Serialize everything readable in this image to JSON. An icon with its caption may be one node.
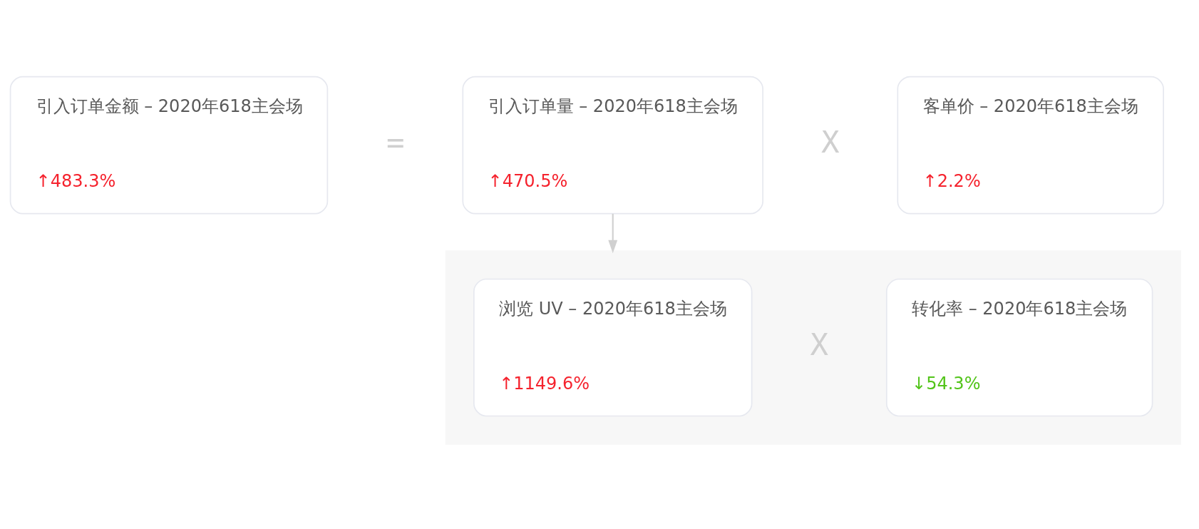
{
  "diagram": {
    "nodes": [
      {
        "text": [
          "引入订单金额 – 2020年618主会场",
          "↑483.3%"
        ]
      },
      {
        "text": [
          "引入订单量 – 2020年618主会场",
          "↑470.5%"
        ]
      },
      {
        "text": [
          "客单价 – 2020年618主会场",
          "↑2.2%"
        ]
      },
      {
        "text": [],
        "shape": "box"
      },
      {
        "text": [
          "浏览 UV – 2020年618主会场",
          "↑1149.6%"
        ],
        "in": 3
      },
      {
        "text": [
          "转化率 – 2020年618主会场",
          "↓54.3%"
        ],
        "in": 3
      }
    ],
    "edges": [
      {
        "from": 1,
        "to": 3,
        "arrow": "to"
      }
    ],
    "labels": [
      "=",
      "X",
      "X"
    ]
  }
}
